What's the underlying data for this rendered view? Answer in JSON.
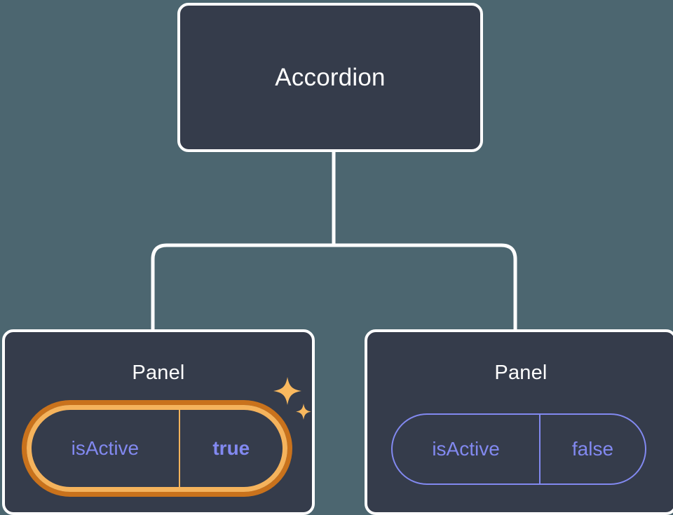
{
  "diagram": {
    "type": "component-tree",
    "background_color": "#4c6670",
    "node_fill_color": "#353c4b",
    "node_border_color": "#ffffff",
    "connector_color": "#ffffff",
    "prop_text_color": "#8289f0",
    "highlight_outer_color": "#c9721c",
    "highlight_inner_color": "#f5b35c",
    "root": {
      "label": "Accordion"
    },
    "children": [
      {
        "label": "Panel",
        "highlighted": true,
        "prop": {
          "key": "isActive",
          "value": "true"
        }
      },
      {
        "label": "Panel",
        "highlighted": false,
        "prop": {
          "key": "isActive",
          "value": "false"
        }
      }
    ],
    "sparkle_icon": "sparkles-icon"
  }
}
